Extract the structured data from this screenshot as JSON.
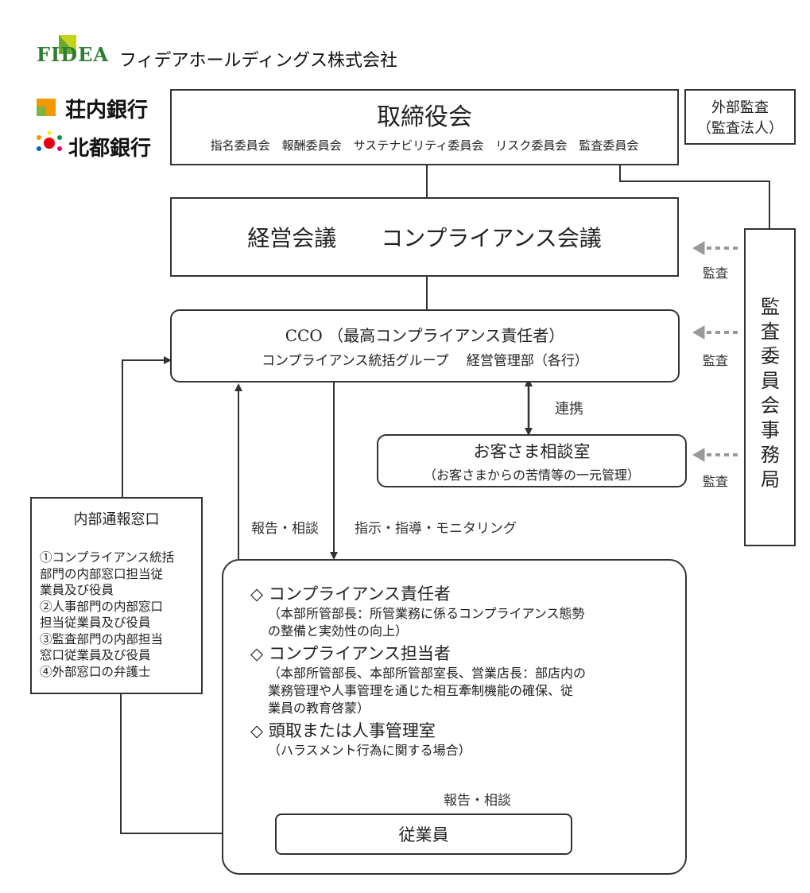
{
  "logos": {
    "fidea_mark": "FIDEA",
    "fidea_name": "フィデアホールディングス株式会社",
    "shonai": "荘内銀行",
    "hokuto": "北都銀行"
  },
  "board": {
    "title": "取締役会",
    "committees": "指名委員会　報酬委員会　サステナビリティ委員会　リスク委員会　監査委員会"
  },
  "external_audit": {
    "line1": "外部監査",
    "line2": "（監査法人）"
  },
  "management": {
    "title": "経営会議　　コンプライアンス会議"
  },
  "cco": {
    "line1": "CCO （最高コンプライアンス責任者）",
    "line2": "コンプライアンス統括グループ　 経営管理部（各行）"
  },
  "audit_office": {
    "chars": [
      "監",
      "査",
      "委",
      "員",
      "会",
      "事",
      "務",
      "局"
    ]
  },
  "audit_labels": [
    "監査",
    "監査",
    "監査"
  ],
  "liaison_label": "連携",
  "customer_room": {
    "title": "お客さま相談室",
    "subtitle": "（お客さまからの苦情等の一元管理）"
  },
  "whistle": {
    "title": "内部通報窓口",
    "items": [
      "①コンプライアンス統括",
      "部門の内部窓口担当従",
      "業員及び役員",
      "②人事部門の内部窓口",
      "担当従業員及び役員",
      "③監査部門の内部担当",
      "窓口従業員及び役員",
      "④外部窓口の弁護士"
    ]
  },
  "report_label": "報告・相談",
  "instruct_label": "指示・指導・モニタリング",
  "responsible": {
    "h1": "◇ コンプライアンス責任者",
    "d1": [
      "（本部所管部長：所管業務に係るコンプライアンス態勢",
      "の整備と実効性の向上）"
    ],
    "h2": "◇ コンプライアンス担当者",
    "d2": [
      "（本部所管部長、本部所管部室長、営業店長：部店内の",
      "業務管理や人事管理を通じた相互牽制機能の確保、従",
      "業員の教育啓蒙）"
    ],
    "h3": "◇ 頭取または人事管理室",
    "d3": [
      "（ハラスメント行為に関する場合）"
    ]
  },
  "report_label2": "報告・相談",
  "employee": {
    "title": "従業員"
  },
  "colors": {
    "fidea_green": "#2e7d32",
    "fidea_yellow": "#c6d21c",
    "shonai_orange": "#f39800",
    "hokuto_red": "#e60012",
    "arrow_gray": "#999999"
  }
}
